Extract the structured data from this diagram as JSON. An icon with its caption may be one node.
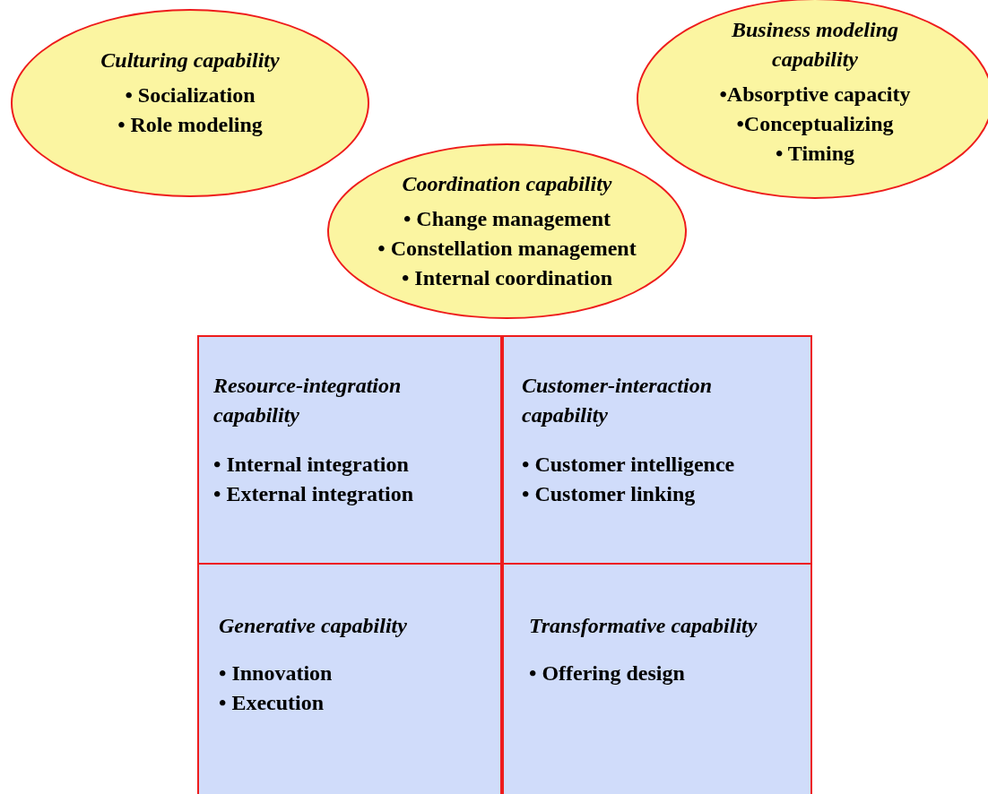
{
  "diagram": {
    "nodes": [
      {
        "text": [
          "Culturing capability",
          "• Socialization",
          "• Role modeling"
        ]
      },
      {
        "text": [
          "Business modeling capability",
          "•Absorptive capacity",
          "•Conceptualizing",
          "• Timing"
        ]
      },
      {
        "text": [
          "Coordination capability",
          "• Change management",
          "• Constellation management",
          "• Internal coordination"
        ]
      },
      {
        "text": [
          "Resource-integration capability",
          "• Internal integration",
          "• External integration"
        ]
      },
      {
        "text": [
          "Customer-interaction capability",
          "• Customer intelligence",
          "• Customer linking"
        ]
      },
      {
        "text": [
          "Generative capability",
          "• Innovation",
          "• Execution"
        ]
      },
      {
        "text": [
          "Transformative capability",
          "• Offering design"
        ]
      }
    ]
  }
}
